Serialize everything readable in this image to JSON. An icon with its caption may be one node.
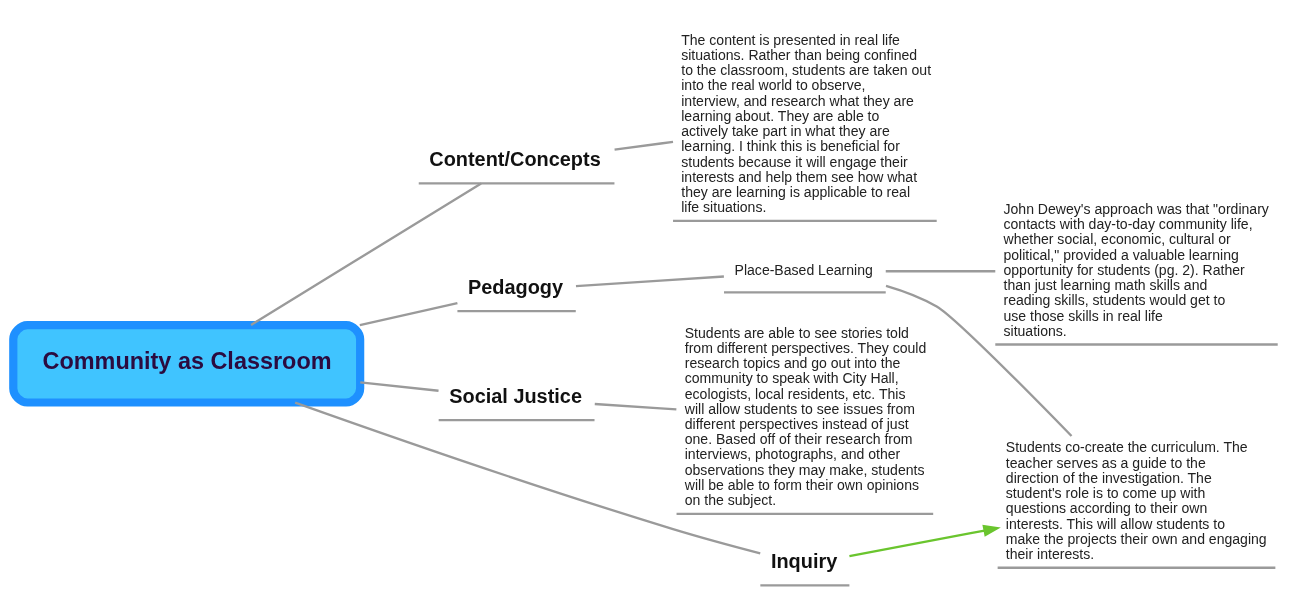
{
  "diagram": {
    "nodes": [
      {
        "text": [
          "Community as Classroom"
        ]
      },
      {
        "text": [
          "Content/Concepts"
        ]
      },
      {
        "text": [
          "The content is presented in real life situations. Rather than being confined to the classroom, students are taken out into the real world to observe, interview, and research what they are learning about. They are able to actively take part in what they are learning. I think this is beneficial for students because it will engage their interests and help them see how what they are learning is applicable to real life situations."
        ]
      },
      {
        "text": [
          "Pedagogy"
        ]
      },
      {
        "text": [
          "Place-Based Learning"
        ]
      },
      {
        "text": [
          "John Dewey's approach was that \"ordinary contacts with day-to-day community life, whether social, economic, cultural or political,\" provided a valuable learning opportunity for students (pg. 2). Rather than just learning math skills and reading skills, students would get to use those skills in real life situations."
        ]
      },
      {
        "text": [
          "Students co-create the curriculum. The teacher serves as a guide to the direction of the investigation. The student's role is to come up with questions according to their own interests. This will allow students to make the projects their own and engaging their interests."
        ]
      },
      {
        "text": [
          "Social Justice"
        ]
      },
      {
        "text": [
          "Students are able to see stories told from different perspectives. They could research topics and go out into the community to speak with City Hall, ecologists, local residents, etc. This will allow students to see issues from different perspectives instead of just one. Based off of their research from interviews, photographs, and other observations they may make, students will be able to form their own opinions on the subject."
        ]
      },
      {
        "text": [
          "Inquiry"
        ]
      }
    ],
    "edges": [
      {
        "from": 0,
        "to": 1,
        "arrow": "none"
      },
      {
        "from": 1,
        "to": 2,
        "arrow": "none"
      },
      {
        "from": 0,
        "to": 3,
        "arrow": "none"
      },
      {
        "from": 3,
        "to": 4,
        "arrow": "none"
      },
      {
        "from": 4,
        "to": 5,
        "arrow": "none"
      },
      {
        "from": 4,
        "to": 6,
        "arrow": "none"
      },
      {
        "from": 0,
        "to": 7,
        "arrow": "none"
      },
      {
        "from": 7,
        "to": 8,
        "arrow": "none"
      },
      {
        "from": 0,
        "to": 9,
        "arrow": "none"
      },
      {
        "from": 9,
        "to": 6,
        "arrow": "to",
        "color": "#6ac52e"
      }
    ]
  }
}
